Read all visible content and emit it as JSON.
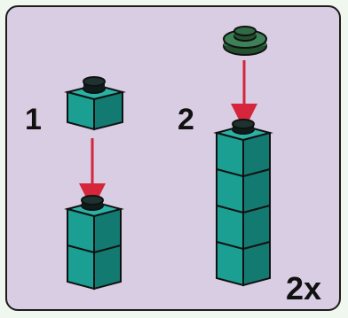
{
  "steps": [
    {
      "number": "1",
      "multiplier": ""
    },
    {
      "number": "2",
      "multiplier": "2x"
    }
  ],
  "colors": {
    "brick": "#1c9f93",
    "brick_dark": "#137a71",
    "stud": "#0e1d1c",
    "plate": "#2f6b45",
    "arrow": "#d5263b",
    "panel": "#d8cde2"
  },
  "icons": [
    "teal-1x1-brick-icon",
    "dark-green-round-plate-icon",
    "red-down-arrow-icon"
  ]
}
